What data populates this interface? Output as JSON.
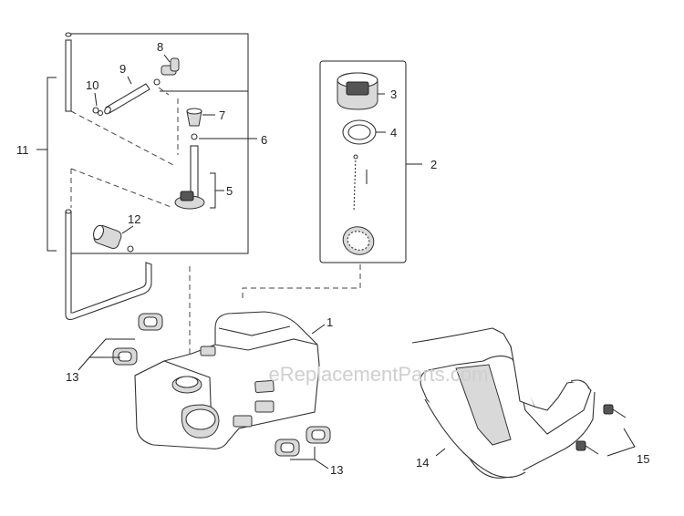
{
  "watermark": "eReplacementParts.com",
  "callouts": [
    "1",
    "2",
    "3",
    "4",
    "5",
    "6",
    "7",
    "8",
    "9",
    "10",
    "11",
    "12",
    "13",
    "13",
    "14",
    "15"
  ]
}
